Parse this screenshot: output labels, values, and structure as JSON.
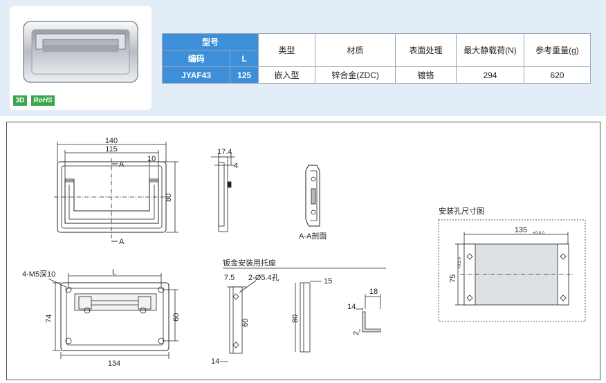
{
  "badges": {
    "three_d": "3D",
    "rohs": "RoHS"
  },
  "table": {
    "model_header": "型号",
    "code_header": "编码",
    "l_header": "L",
    "type_header": "类型",
    "material_header": "材质",
    "surface_header": "表面处理",
    "load_header": "最大静载荷(N)",
    "weight_header": "参考重量(g)",
    "row": {
      "code": "JYAF43",
      "l": "125",
      "type": "嵌入型",
      "material": "锌合金(ZDC)",
      "surface": "镀铬",
      "load": "294",
      "weight": "620"
    }
  },
  "drawing": {
    "dim_140": "140",
    "dim_115": "115",
    "dim_10": "10",
    "dim_80": "80",
    "section_mark": "A",
    "dim_17_4": "17.4",
    "dim_4": "4",
    "section_label": "A-A剖面",
    "thread_note": "4-M5深10",
    "dim_L": "L",
    "dim_74": "74",
    "dim_60": "60",
    "dim_134": "134",
    "bracket_title": "钣金安装用托座",
    "dim_7_5": "7.5",
    "hole_note": "2-Ø5.4孔",
    "dim_15": "15",
    "dim_18": "18",
    "dim_14": "14",
    "dim_2": "2",
    "mount_title": "安装孔尺寸图",
    "dim_135": "135",
    "tol_135": "+0.5 0",
    "dim_75": "75",
    "tol_75": "+0.5 0"
  }
}
